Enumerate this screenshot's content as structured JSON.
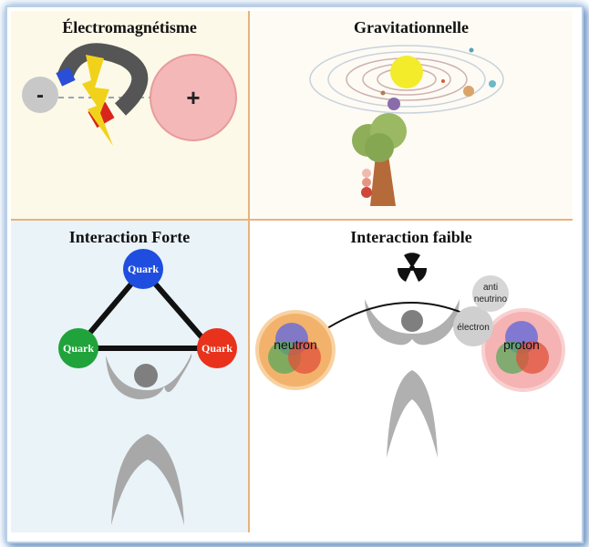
{
  "panels": {
    "electro": {
      "title": "Électromagnétisme",
      "neg_sign": "-",
      "pos_sign": "+"
    },
    "gravity": {
      "title": "Gravitationnelle"
    },
    "strong": {
      "title": "Interaction Forte",
      "quarks": [
        "Quark",
        "Quark",
        "Quark"
      ],
      "quark_colors": [
        "#1f4de0",
        "#1fa33a",
        "#e8321c"
      ]
    },
    "weak": {
      "title": "Interaction faible",
      "neutron": "neutron",
      "proton": "proton",
      "electron": "électron",
      "antineutrino_line1": "anti",
      "antineutrino_line2": "neutrino"
    }
  },
  "colors": {
    "divider": "#e8b27e",
    "frame": "#b9cfe6"
  }
}
